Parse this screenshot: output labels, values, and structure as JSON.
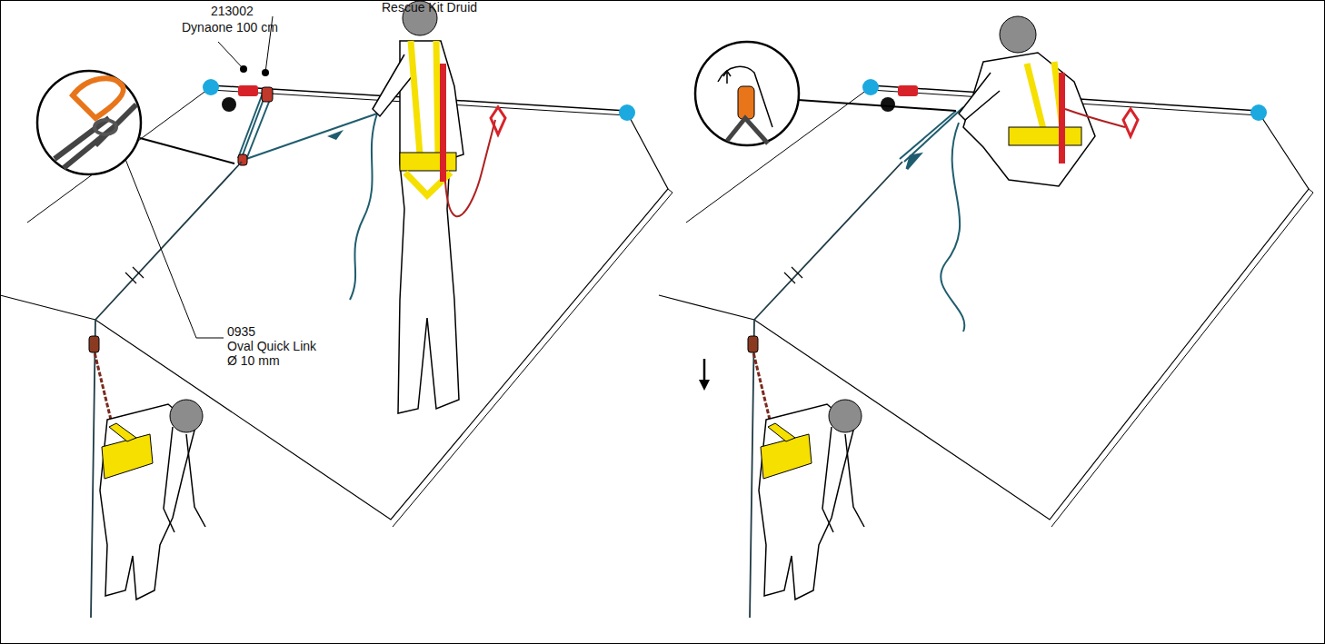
{
  "diagram": {
    "labels": [
      "Rescue Kit Druid",
      "213002",
      "Dynaone 100 cm",
      "0935",
      "Oval Quick Link",
      "Ø 10 mm"
    ]
  }
}
